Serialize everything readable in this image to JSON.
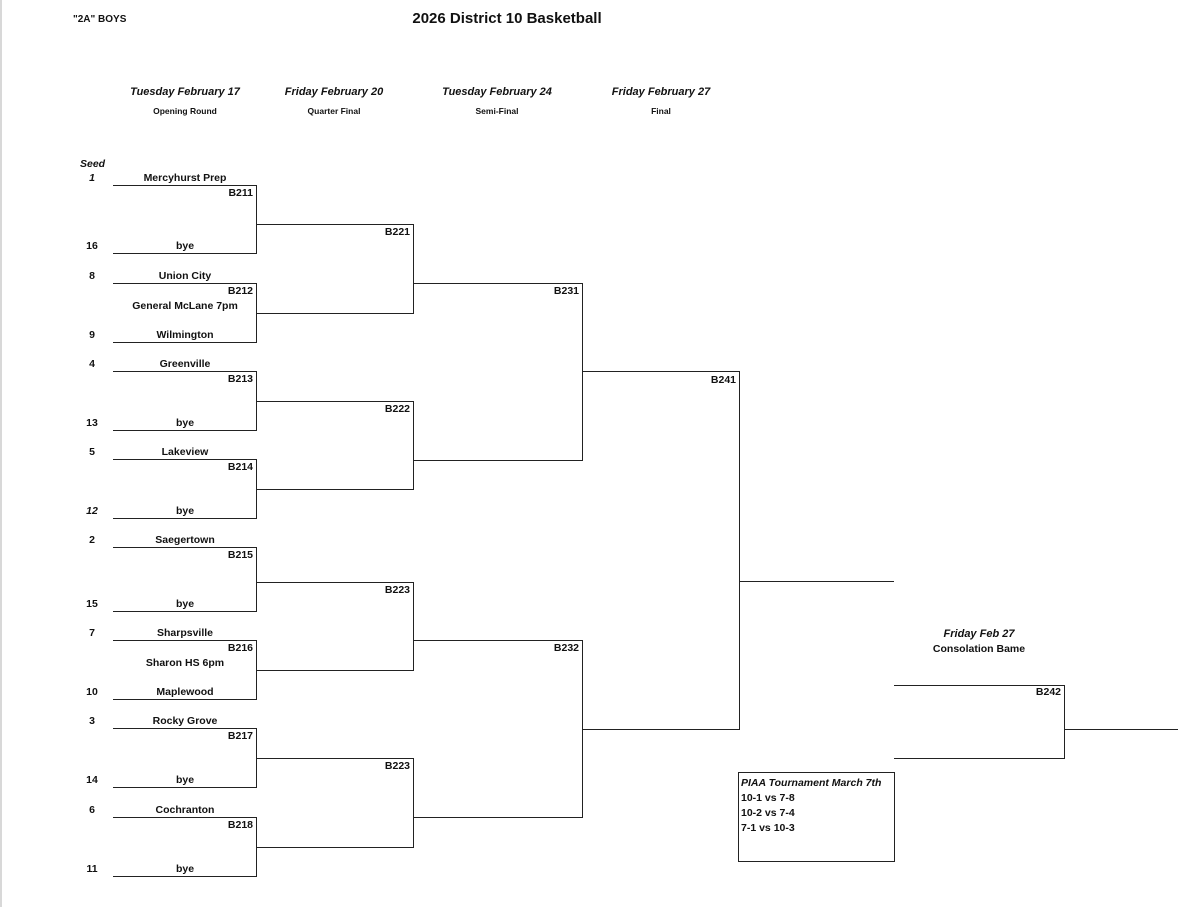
{
  "header": {
    "division": "\"2A\" BOYS",
    "title": "2026 District 10 Basketball"
  },
  "rounds": [
    {
      "day": "Tuesday February 17",
      "name": "Opening Round"
    },
    {
      "day": "Friday February 20",
      "name": "Quarter Final"
    },
    {
      "day": "Tuesday February 24",
      "name": "Semi-Final"
    },
    {
      "day": "Friday February 27",
      "name": "Final"
    }
  ],
  "seed_label": "Seed",
  "entries": [
    {
      "seed": "1",
      "team": "Mercyhurst Prep",
      "seed_italic": true
    },
    {
      "seed": "16",
      "team": "bye"
    },
    {
      "seed": "8",
      "team": "Union City"
    },
    {
      "seed": "9",
      "team": "Wilmington"
    },
    {
      "seed": "4",
      "team": "Greenville"
    },
    {
      "seed": "13",
      "team": "bye"
    },
    {
      "seed": "5",
      "team": "Lakeview"
    },
    {
      "seed": "12",
      "team": "bye",
      "seed_italic": true
    },
    {
      "seed": "2",
      "team": "Saegertown"
    },
    {
      "seed": "15",
      "team": "bye"
    },
    {
      "seed": "7",
      "team": "Sharpsville"
    },
    {
      "seed": "10",
      "team": "Maplewood"
    },
    {
      "seed": "3",
      "team": "Rocky Grove"
    },
    {
      "seed": "14",
      "team": "bye"
    },
    {
      "seed": "6",
      "team": "Cochranton"
    },
    {
      "seed": "11",
      "team": "bye"
    }
  ],
  "games": {
    "opening": [
      "B211",
      "B212",
      "B213",
      "B214",
      "B215",
      "B216",
      "B217",
      "B218"
    ],
    "quarter": [
      "B221",
      "B222",
      "B223",
      "B223"
    ],
    "semi": [
      "B231",
      "B232"
    ],
    "final": "B241",
    "consolation": "B242"
  },
  "sites": {
    "B212": "General McLane 7pm",
    "B216": "Sharon HS 6pm"
  },
  "consolation": {
    "day": "Friday Feb 27",
    "title": "Consolation Bame"
  },
  "piaa": {
    "title": "PIAA Tournament March 7th",
    "lines": [
      "10-1 vs 7-8",
      "10-2 vs 7-4",
      "7-1 vs 10-3"
    ]
  }
}
